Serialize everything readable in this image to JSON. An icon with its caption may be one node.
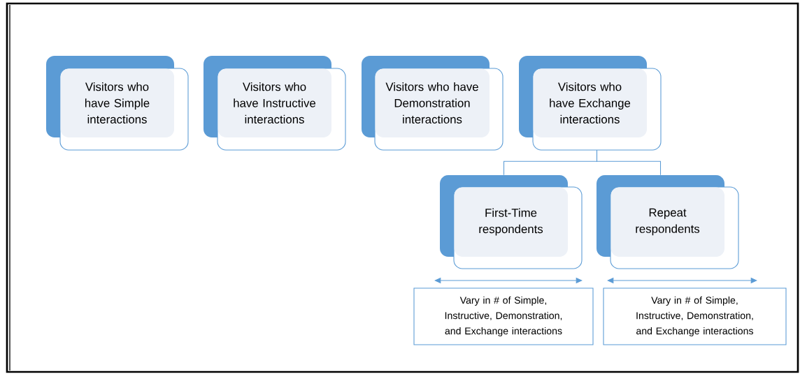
{
  "diagram": {
    "nodes": [
      {
        "text": [
          "Visitors who have Simple interactions"
        ]
      },
      {
        "text": [
          "Visitors who have Instructive interactions"
        ]
      },
      {
        "text": [
          "Visitors who have Demonstration interactions"
        ]
      },
      {
        "text": [
          "Visitors who have Exchange interactions"
        ]
      },
      {
        "text": [
          "First-Time respondents"
        ]
      },
      {
        "text": [
          "Repeat respondents"
        ]
      },
      {
        "text": [
          "Vary in # of Simple, Instructive, Demonstration, and Exchange interactions"
        ]
      },
      {
        "text": [
          "Vary in # of Simple, Instructive, Demonstration, and Exchange interactions"
        ]
      }
    ],
    "edges": [
      {
        "from": 3,
        "to": 4,
        "arrow": "none"
      },
      {
        "from": 3,
        "to": 5,
        "arrow": "none"
      }
    ]
  }
}
